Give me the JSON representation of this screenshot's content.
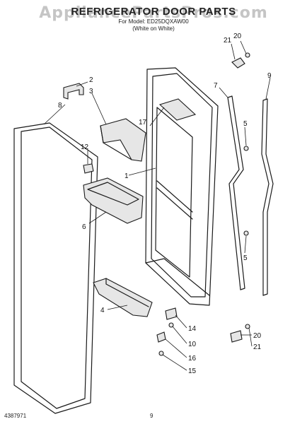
{
  "header": {
    "watermark": "AppliancePartsPros.com",
    "title": "REFRIGERATOR DOOR PARTS",
    "model_line": "For Model: ED25DQXAW00",
    "color_line": "(White on White)"
  },
  "footer": {
    "doc_code": "4387971",
    "page": "9"
  },
  "callouts": {
    "c1": "1",
    "c2": "2",
    "c3": "3",
    "c4": "4",
    "c5a": "5",
    "c5b": "5",
    "c6": "6",
    "c7": "7",
    "c8": "8",
    "c9": "9",
    "c10": "10",
    "c12": "12",
    "c14": "14",
    "c15": "15",
    "c16": "16",
    "c17": "17",
    "c20a": "20",
    "c20b": "20",
    "c21a": "21",
    "c21b": "21"
  }
}
